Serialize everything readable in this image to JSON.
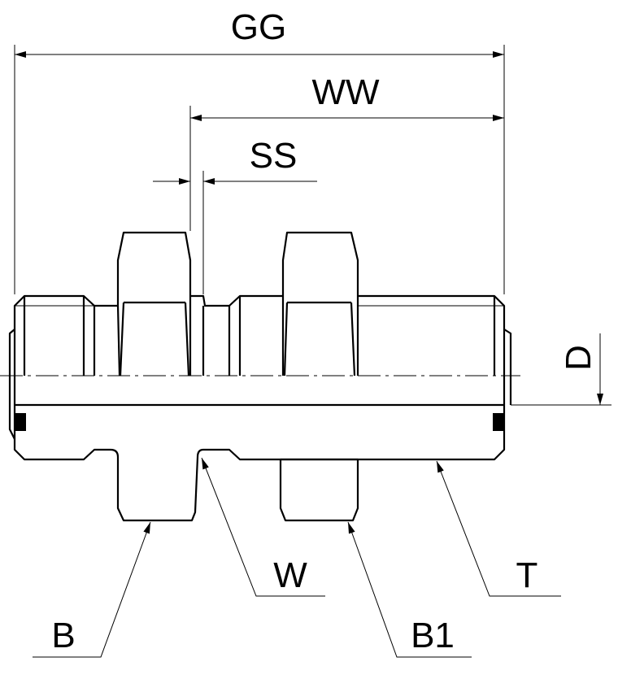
{
  "labels": {
    "gg": "GG",
    "ww": "WW",
    "ss": "SS",
    "d": "D",
    "w": "W",
    "t": "T",
    "b": "B",
    "b1": "B1"
  }
}
